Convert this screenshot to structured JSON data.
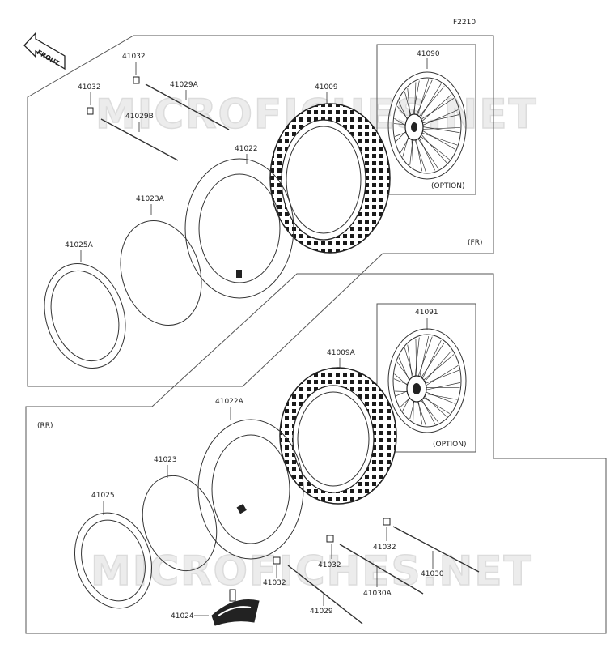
{
  "diagram": {
    "code": "F2210",
    "direction": "FRONT",
    "watermark": "MICROFICHES.NET",
    "front": {
      "section_label": "(FR)",
      "option_label": "(OPTION)",
      "parts": {
        "spoke_nipple_a": "41032",
        "spoke_nipple_b": "41032",
        "spoke_long": "41029A",
        "spoke_short": "41029B",
        "tire": "41009",
        "tube": "41022",
        "rim_band": "41023A",
        "rim": "41025A",
        "wheel_assy": "41090"
      }
    },
    "rear": {
      "section_label": "(RR)",
      "option_label": "(OPTION)",
      "parts": {
        "wheel_assy": "41091",
        "tire": "41009A",
        "tube": "41022A",
        "rim_band": "41023",
        "rim": "41025",
        "nipple_right": "41032",
        "nipple_mid": "41032",
        "nipple_left": "41032",
        "spoke_right": "41030",
        "spoke_mid": "41030A",
        "spoke_left": "41029",
        "rim_lock": "41024"
      }
    }
  }
}
